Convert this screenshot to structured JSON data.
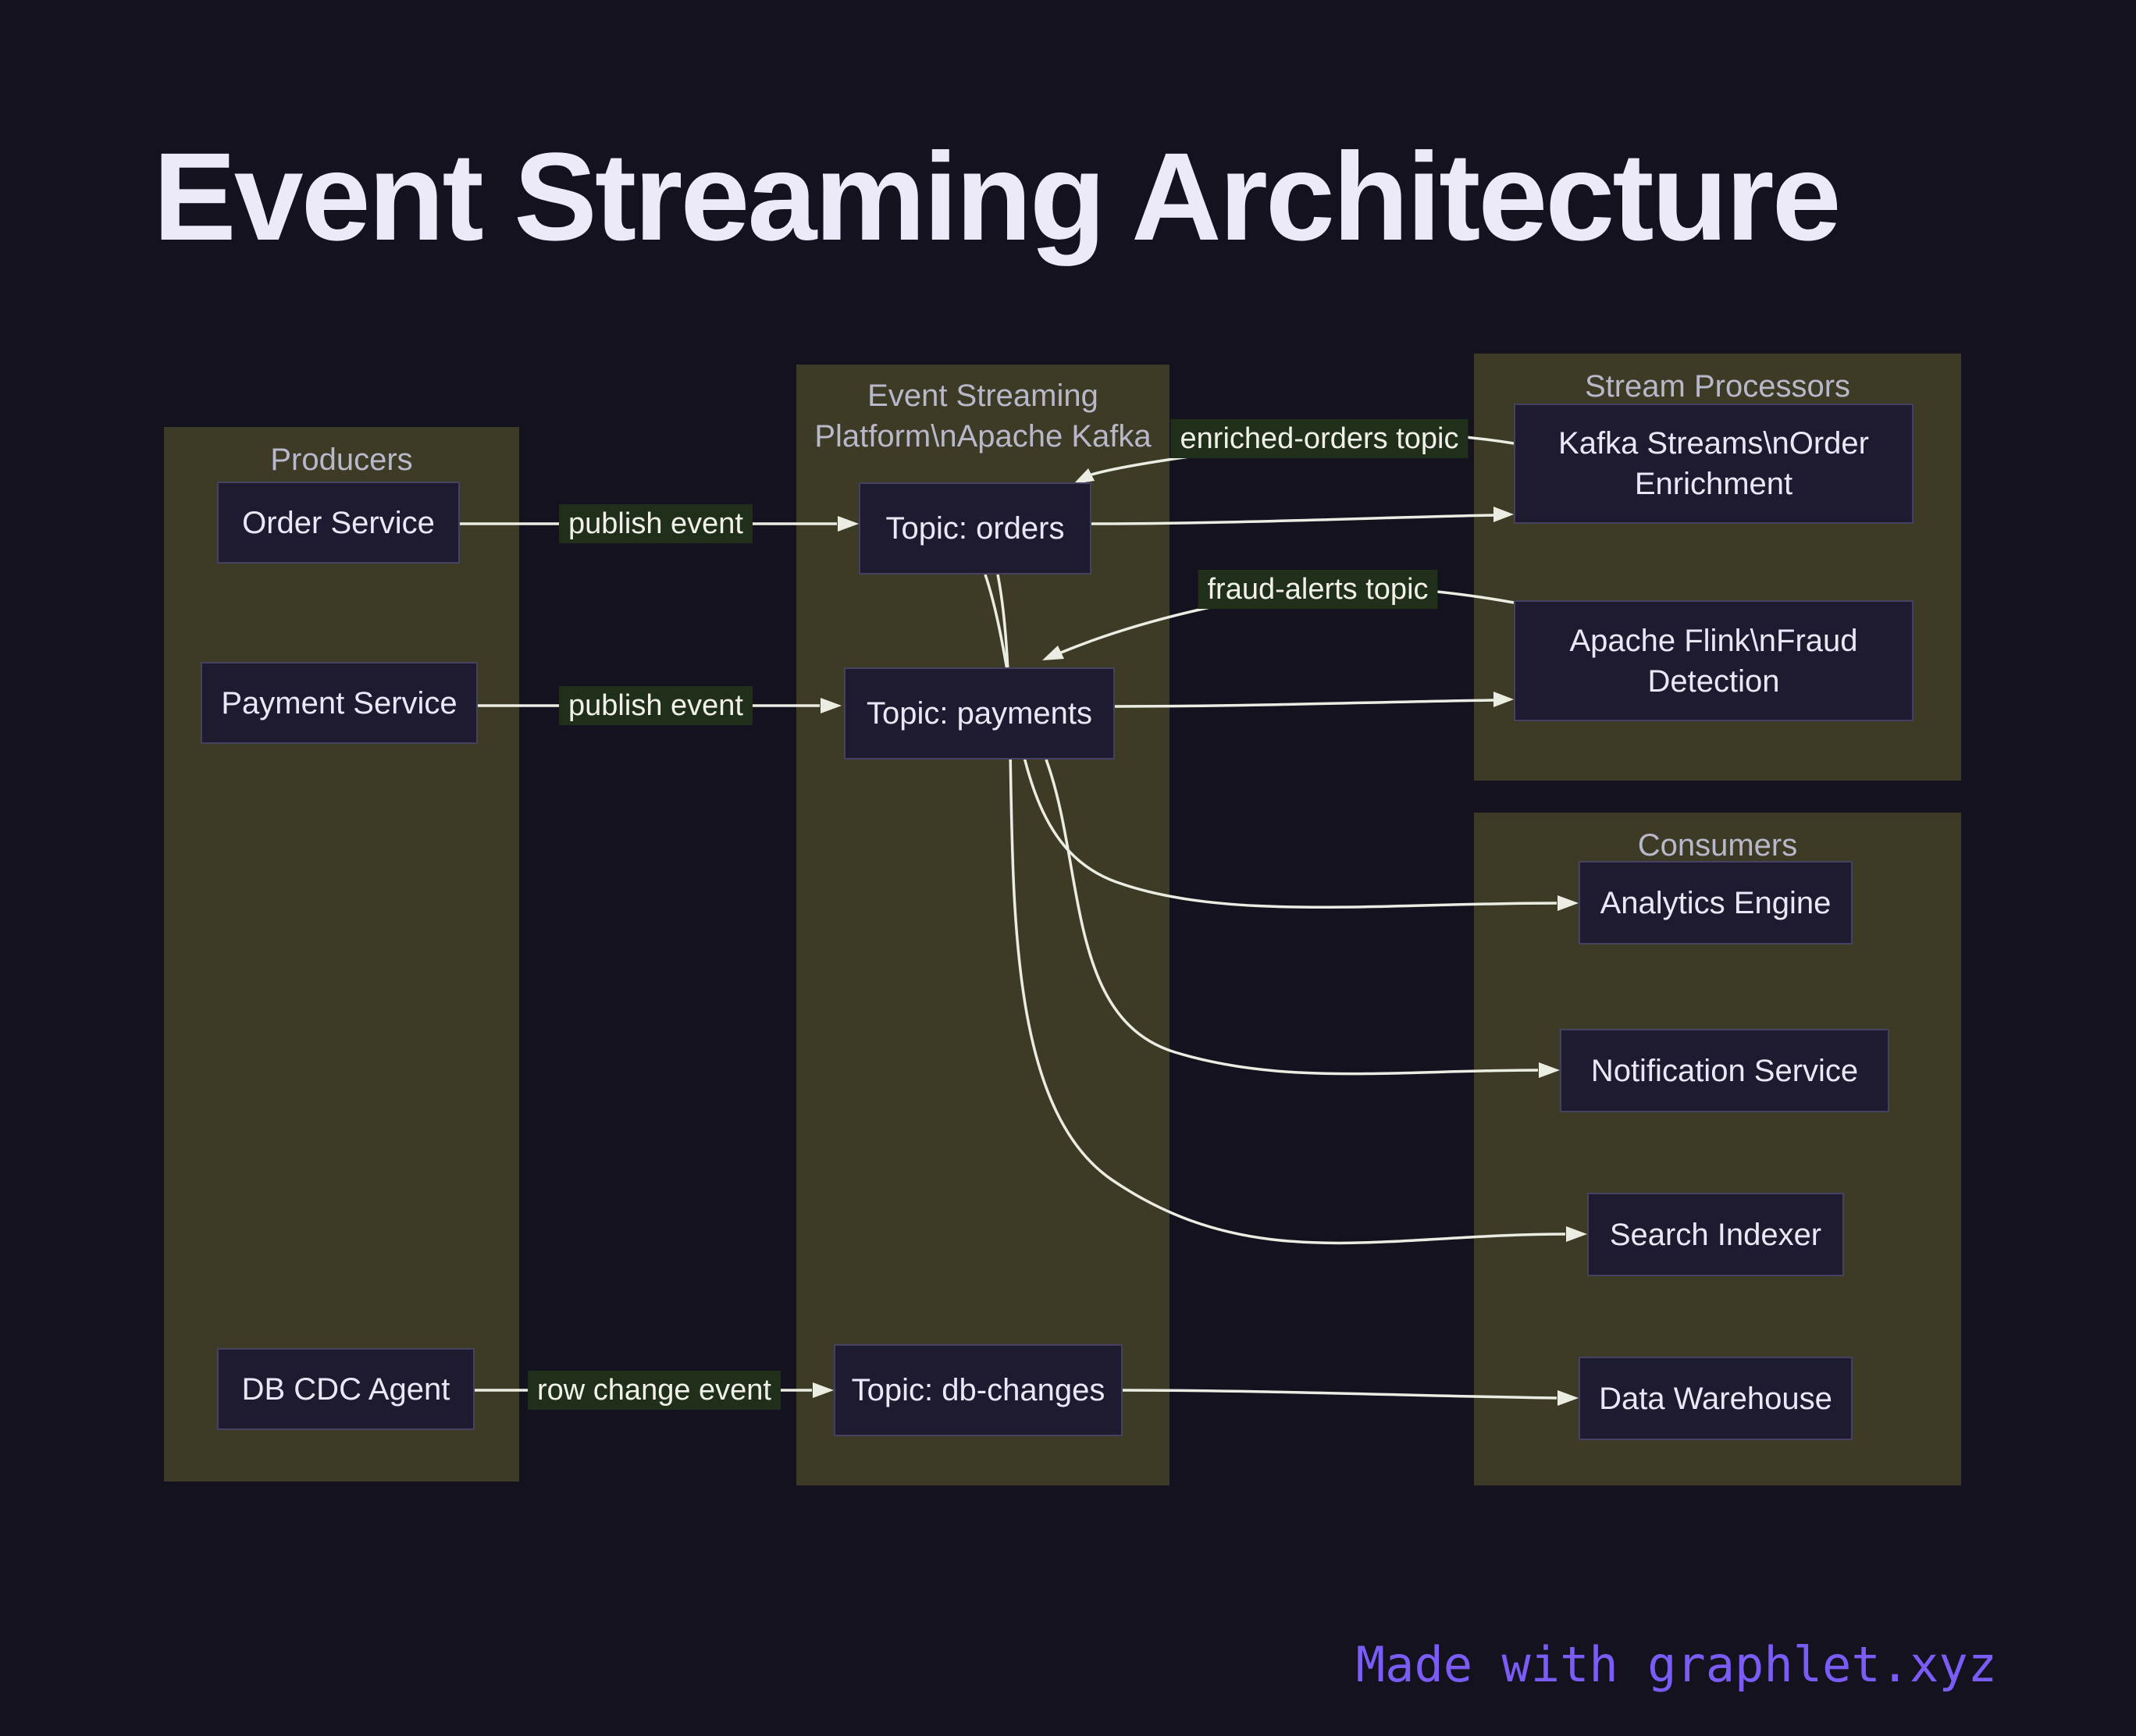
{
  "title": "Event Streaming Architecture",
  "footer": {
    "text": "Made with graphlet.xyz"
  },
  "colors": {
    "background": "#14121F",
    "group_fill": "#3D3B26",
    "node_fill": "#1E1B30",
    "node_border": "#454163",
    "node_text": "#EAE8F6",
    "group_title_text": "#B9B7CA",
    "edge_stroke": "#ECEDE2",
    "edge_label_bg": "#1F2F1A",
    "edge_label_text": "#F2F1E9",
    "title_text": "#ECEAF8",
    "footer_text": "#7B5CF6"
  },
  "groups": {
    "producers": {
      "title": "Producers"
    },
    "kafka": {
      "title_line1": "Event Streaming",
      "title_line2": "Platform\\nApache Kafka"
    },
    "stream_processors": {
      "title": "Stream Processors"
    },
    "consumers": {
      "title": "Consumers"
    }
  },
  "nodes": {
    "order_service": {
      "label": "Order Service"
    },
    "payment_service": {
      "label": "Payment Service"
    },
    "db_cdc_agent": {
      "label": "DB CDC Agent"
    },
    "topic_orders": {
      "label": "Topic: orders"
    },
    "topic_payments": {
      "label": "Topic: payments"
    },
    "topic_db_changes": {
      "label": "Topic: db-changes"
    },
    "kafka_streams": {
      "line1": "Kafka Streams\\nOrder",
      "line2": "Enrichment"
    },
    "apache_flink": {
      "line1": "Apache Flink\\nFraud",
      "line2": "Detection"
    },
    "analytics_engine": {
      "label": "Analytics Engine"
    },
    "notification_service": {
      "label": "Notification Service"
    },
    "search_indexer": {
      "label": "Search Indexer"
    },
    "data_warehouse": {
      "label": "Data Warehouse"
    }
  },
  "edge_labels": {
    "publish_orders": "publish event",
    "publish_payments": "publish event",
    "row_change": "row change event",
    "enriched": "enriched-orders topic",
    "fraud": "fraud-alerts topic"
  },
  "edges": [
    {
      "from": "Order Service",
      "to": "Topic: orders",
      "label": "publish event"
    },
    {
      "from": "Payment Service",
      "to": "Topic: payments",
      "label": "publish event"
    },
    {
      "from": "DB CDC Agent",
      "to": "Topic: db-changes",
      "label": "row change event"
    },
    {
      "from": "Topic: orders",
      "to": "Kafka Streams\\nOrder Enrichment",
      "label": ""
    },
    {
      "from": "Kafka Streams\\nOrder Enrichment",
      "to": "Topic: orders",
      "label": "enriched-orders topic"
    },
    {
      "from": "Topic: payments",
      "to": "Apache Flink\\nFraud Detection",
      "label": ""
    },
    {
      "from": "Apache Flink\\nFraud Detection",
      "to": "Topic: payments",
      "label": "fraud-alerts topic"
    },
    {
      "from": "Topic: orders",
      "to": "Analytics Engine",
      "label": ""
    },
    {
      "from": "Topic: payments",
      "to": "Notification Service",
      "label": ""
    },
    {
      "from": "Topic: orders",
      "to": "Search Indexer",
      "label": ""
    },
    {
      "from": "Topic: db-changes",
      "to": "Data Warehouse",
      "label": ""
    }
  ]
}
